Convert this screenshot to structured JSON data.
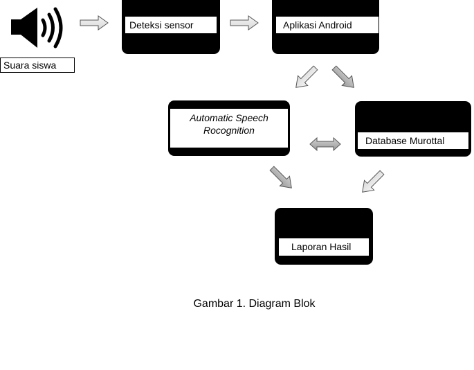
{
  "diagram": {
    "speaker_caption": "Suara siswa",
    "nodes": {
      "sensor": "Deteksi sensor",
      "android": "Aplikasi Android",
      "asr_line1": "Automatic Speech",
      "asr_line2": "Rocognition",
      "database": "Database Murottal",
      "report": "Laporan Hasil"
    },
    "caption": "Gambar 1. Diagram Blok",
    "colors": {
      "box": "#000000",
      "label_bg": "#ffffff",
      "arrow_light": "#e6e6e6",
      "arrow_dark": "#bdbdbd",
      "arrow_stroke": "#555555"
    },
    "icons": [
      "speaker-icon"
    ]
  }
}
